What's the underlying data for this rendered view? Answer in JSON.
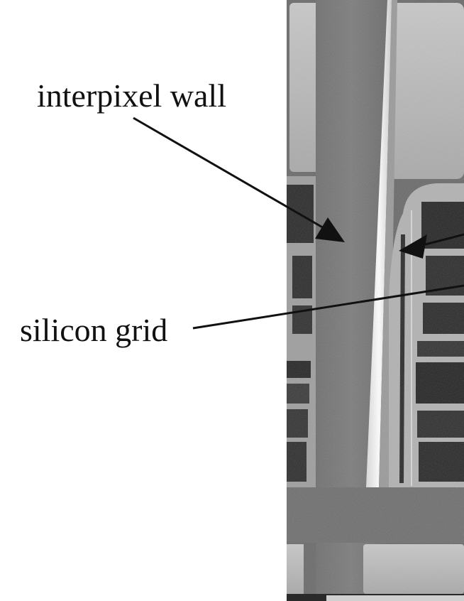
{
  "figure": {
    "subject": "micrograph of pixel array with interpixel wall and silicon grid",
    "colors": {
      "background": "#ffffff",
      "photo_base": "#6a6a6a",
      "wall": "#757575",
      "cell_frame": "#b5b5b5",
      "cell_dark": "#2a2a2a",
      "highlight": "#f2f2f2",
      "pad": "#bdbdbd",
      "arrow": "#111111"
    }
  },
  "labels": {
    "interpixel_wall": "interpixel wall",
    "silicon_grid": "silicon grid"
  }
}
